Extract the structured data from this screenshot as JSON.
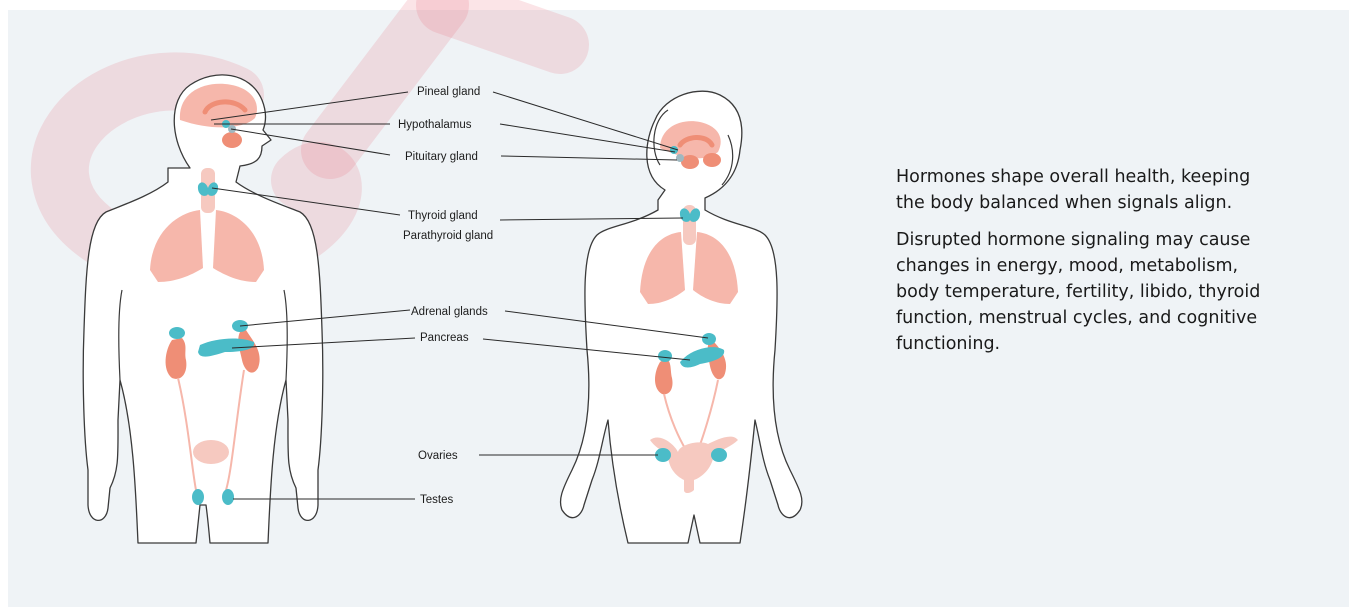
{
  "labels": {
    "pineal": "Pineal gland",
    "hypothalamus": "Hypothalamus",
    "pituitary": "Pituitary gland",
    "thyroid": "Thyroid gland",
    "parathyroid": "Parathyroid gland",
    "adrenal": "Adrenal glands",
    "pancreas": "Pancreas",
    "ovaries": "Ovaries",
    "testes": "Testes"
  },
  "text": {
    "paragraph_1": "Hormones shape overall health, keeping the body balanced when signals align.",
    "paragraph_2": "Disrupted hormone signaling may cause changes in energy, mood, metabolism, body temperature, fertility, libido, thyroid function, menstrual cycles, and cognitive functioning."
  },
  "colors": {
    "background_panel": "#eff3f6",
    "outline": "#3a3a3a",
    "organ_pink": "#f6b7ab",
    "organ_coral": "#ef8e76",
    "gland_teal": "#4bbcc8",
    "watermark": "#e95a6b"
  }
}
